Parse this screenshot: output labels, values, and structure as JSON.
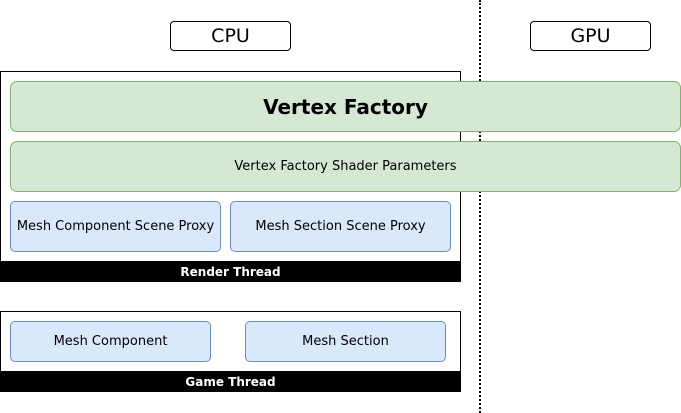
{
  "columns": {
    "cpu_label": "CPU",
    "gpu_label": "GPU"
  },
  "render_thread": {
    "vertex_factory": "Vertex Factory",
    "vertex_factory_shader_parameters": "Vertex Factory Shader Parameters",
    "mesh_component_scene_proxy": "Mesh Component Scene Proxy",
    "mesh_section_scene_proxy": "Mesh Section Scene Proxy",
    "label": "Render Thread"
  },
  "game_thread": {
    "mesh_component": "Mesh Component",
    "mesh_section": "Mesh Section",
    "label": "Game Thread"
  },
  "colors": {
    "green_fill": "#d5e8d4",
    "green_stroke": "#82b366",
    "blue_fill": "#dae8fc",
    "blue_stroke": "#6c8ebf",
    "thread_bar": "#000000"
  }
}
